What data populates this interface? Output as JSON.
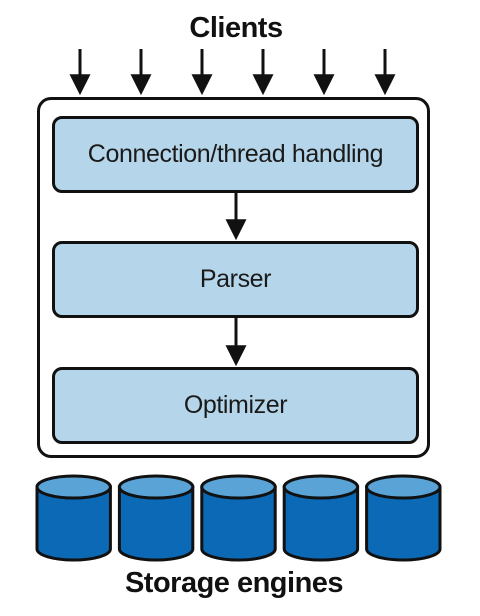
{
  "title": "Clients",
  "footer": "Storage engines",
  "stages": [
    {
      "label": "Connection/thread handling"
    },
    {
      "label": "Parser"
    },
    {
      "label": "Optimizer"
    }
  ],
  "client_arrow_count": 6,
  "storage_engine_count": 5,
  "colors": {
    "stage_fill": "#b5d6ea",
    "engine_fill": "#0b69b5",
    "engine_top": "#5aa3d6",
    "outline": "#111111"
  }
}
